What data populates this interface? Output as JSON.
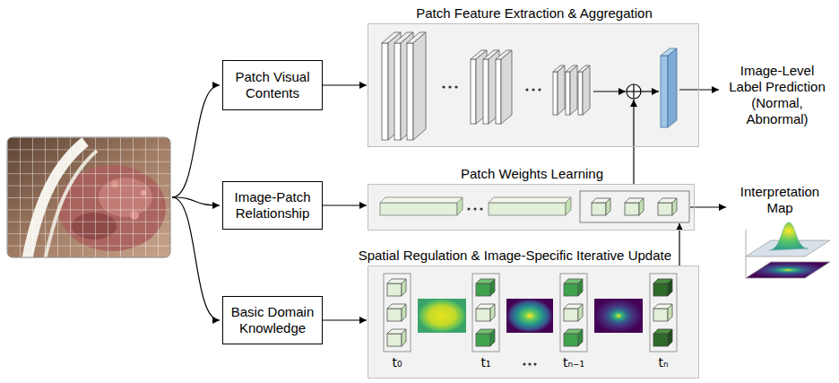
{
  "diagram": {
    "nodes": [
      {
        "text": [
          "Patch Visual Contents"
        ]
      },
      {
        "text": [
          "Image-Patch Relationship"
        ]
      },
      {
        "text": [
          "Basic Domain Knowledge"
        ]
      },
      {
        "text": [
          "Patch Feature Extraction & Aggregation"
        ]
      },
      {
        "text": [
          "Patch Weights Learning"
        ]
      },
      {
        "text": [
          "Spatial Regulation & Image-Specific Iterative Update"
        ]
      }
    ],
    "edges": [
      {
        "from": 0,
        "to": 3,
        "arrow": "to"
      },
      {
        "from": 1,
        "to": 4,
        "arrow": "to"
      },
      {
        "from": 2,
        "to": 5,
        "arrow": "to"
      },
      {
        "from": 5,
        "to": 4,
        "arrow": "to"
      },
      {
        "from": 4,
        "to": 3,
        "arrow": "to"
      }
    ],
    "labels": [
      "Image-Level Label Prediction (Normal, Abnormal)",
      "Interpretation Map",
      "t₀",
      "t₁",
      "tₙ₋₁",
      "tₙ"
    ]
  }
}
